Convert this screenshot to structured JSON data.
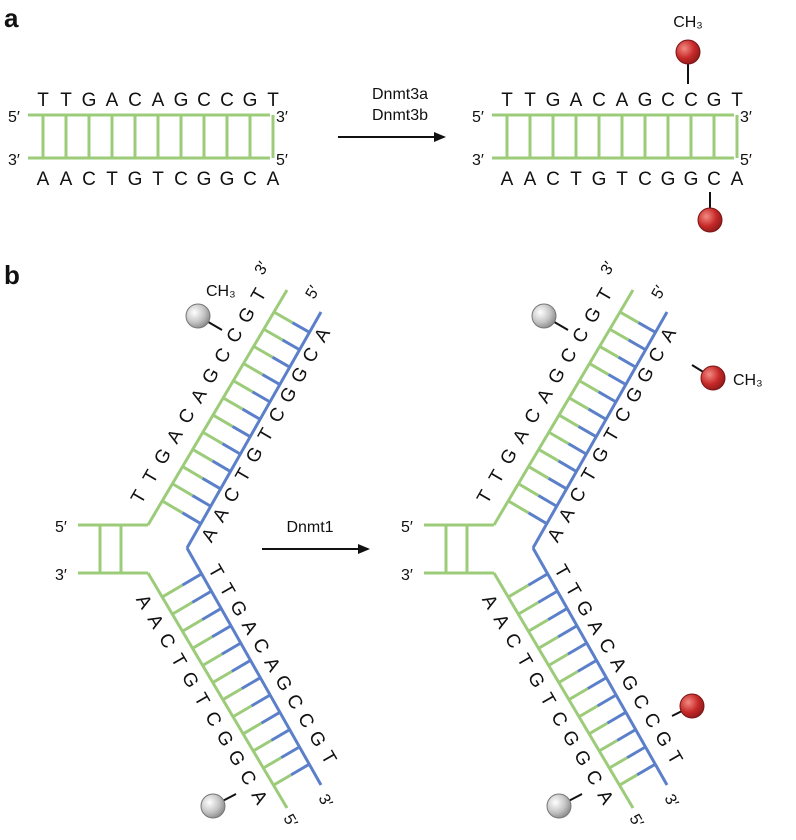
{
  "panels": {
    "a": "a",
    "b": "b"
  },
  "colors": {
    "green_strand": "#9ccc7a",
    "blue_strand": "#5b7fc9",
    "methyl_new": "#c62828",
    "methyl_old": "#b5b5b5"
  },
  "ends": {
    "five": "5′",
    "three": "3′"
  },
  "methyl_label": "CH₃",
  "enzymes": {
    "de_novo_1": "Dnmt3a",
    "de_novo_2": "Dnmt3b",
    "maintenance": "Dnmt1"
  },
  "sequences": {
    "top": [
      "T",
      "T",
      "G",
      "A",
      "C",
      "A",
      "G",
      "C",
      "C",
      "G",
      "T"
    ],
    "bottom": [
      "A",
      "A",
      "C",
      "T",
      "G",
      "T",
      "C",
      "G",
      "G",
      "C",
      "A"
    ],
    "b_upper_outer": "TTGACAGCCGT",
    "b_upper_inner": "AACTGTCGGCA",
    "b_lower_inner": "TTGACAGCCGT",
    "b_lower_outer": "AACTGTCGGCA"
  }
}
